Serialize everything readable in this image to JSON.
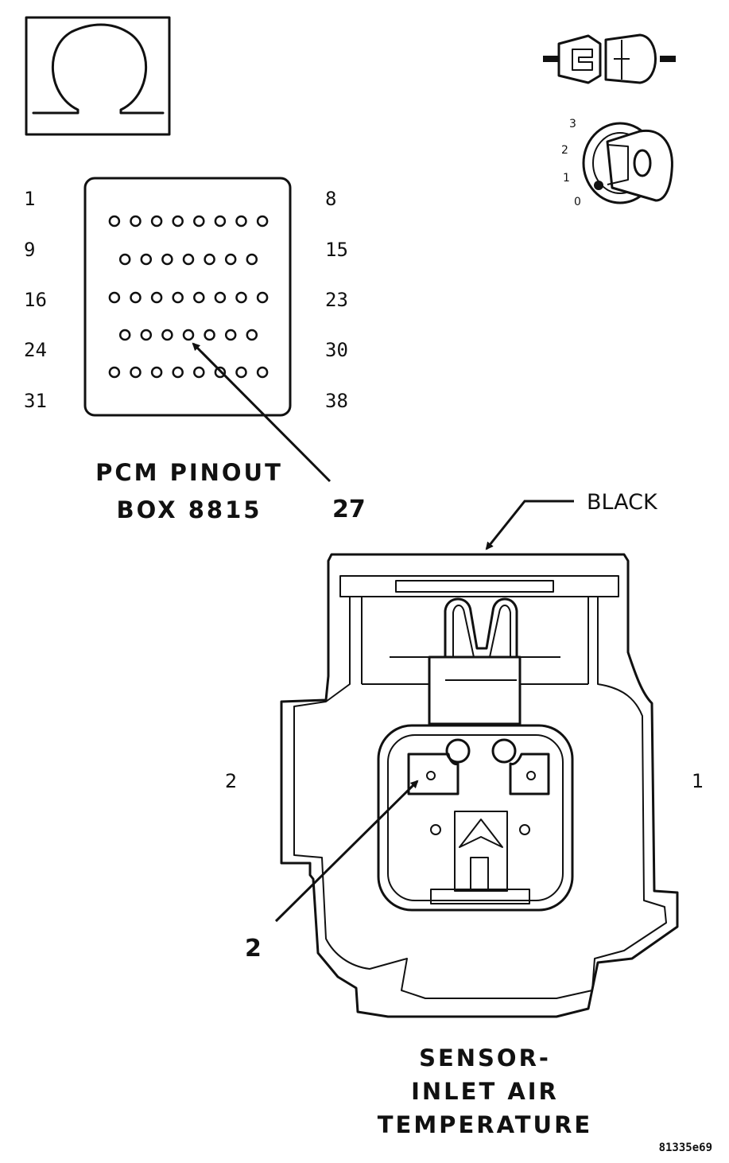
{
  "ohmmeter": {
    "icon": "omega-icon"
  },
  "connector_icon": {
    "icon": "disconnected-connector-icon"
  },
  "ignition": {
    "icon": "ignition-key-icon",
    "positions": [
      "3",
      "2",
      "1",
      "0"
    ]
  },
  "pcm_pinout": {
    "left_labels": [
      "1",
      "9",
      "16",
      "24",
      "31"
    ],
    "right_labels": [
      "8",
      "15",
      "23",
      "30",
      "38"
    ],
    "row_pin_counts": [
      8,
      7,
      8,
      7,
      8
    ],
    "title_line1": "PCM PINOUT",
    "title_line2": "BOX 8815",
    "callout": "27"
  },
  "sensor_connector": {
    "color_label": "BLACK",
    "side_left": "2",
    "side_right": "1",
    "callout": "2",
    "title_line1": "SENSOR-",
    "title_line2": "INLET AIR",
    "title_line3": "TEMPERATURE"
  },
  "figure_code": "81335e69"
}
